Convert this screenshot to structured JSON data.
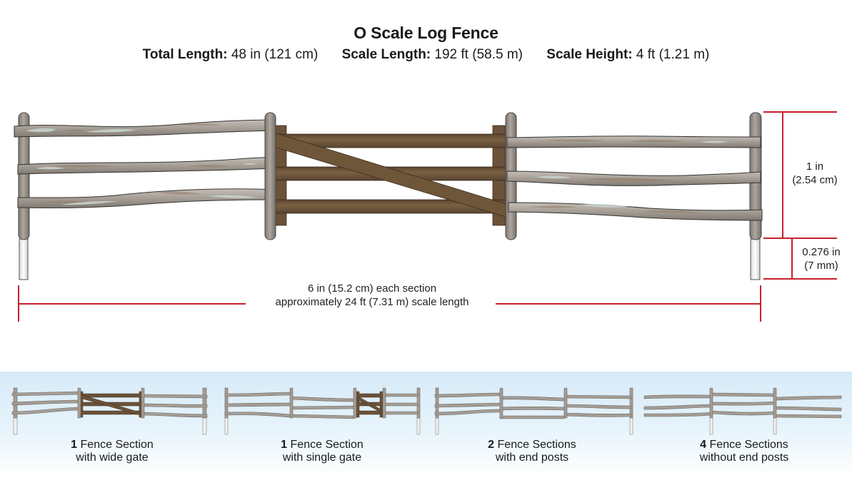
{
  "header": {
    "title": "O Scale Log Fence",
    "specs": [
      {
        "label": "Total Length:",
        "value": "48 in (121 cm)"
      },
      {
        "label": "Scale Length:",
        "value": "192 ft (58.5 m)"
      },
      {
        "label": "Scale Height:",
        "value": "4 ft (1.21 m)"
      }
    ]
  },
  "dimensions": {
    "height_top": {
      "line1": "1 in",
      "line2": "(2.54 cm)"
    },
    "height_bottom": {
      "line1": "0.276 in",
      "line2": "(7 mm)"
    },
    "section_length": {
      "line1": "6 in (15.2 cm) each section",
      "line2": "approximately 24 ft (7.31 m) scale length"
    }
  },
  "colors": {
    "dimension_line": "#c8202a",
    "log": "#a49d95",
    "log_dark": "#7d7670",
    "gate": "#6b5338",
    "gate_dark": "#4e3b27",
    "peg": "#f2f2f2",
    "band_top": "#d6ebf8"
  },
  "variants": [
    {
      "count": "1",
      "line1": " Fence Section",
      "line2": "with wide gate"
    },
    {
      "count": "1",
      "line1": " Fence Section",
      "line2": "with single gate"
    },
    {
      "count": "2",
      "line1": " Fence Sections",
      "line2": "with end posts"
    },
    {
      "count": "4",
      "line1": " Fence Sections",
      "line2": "without end posts"
    }
  ]
}
